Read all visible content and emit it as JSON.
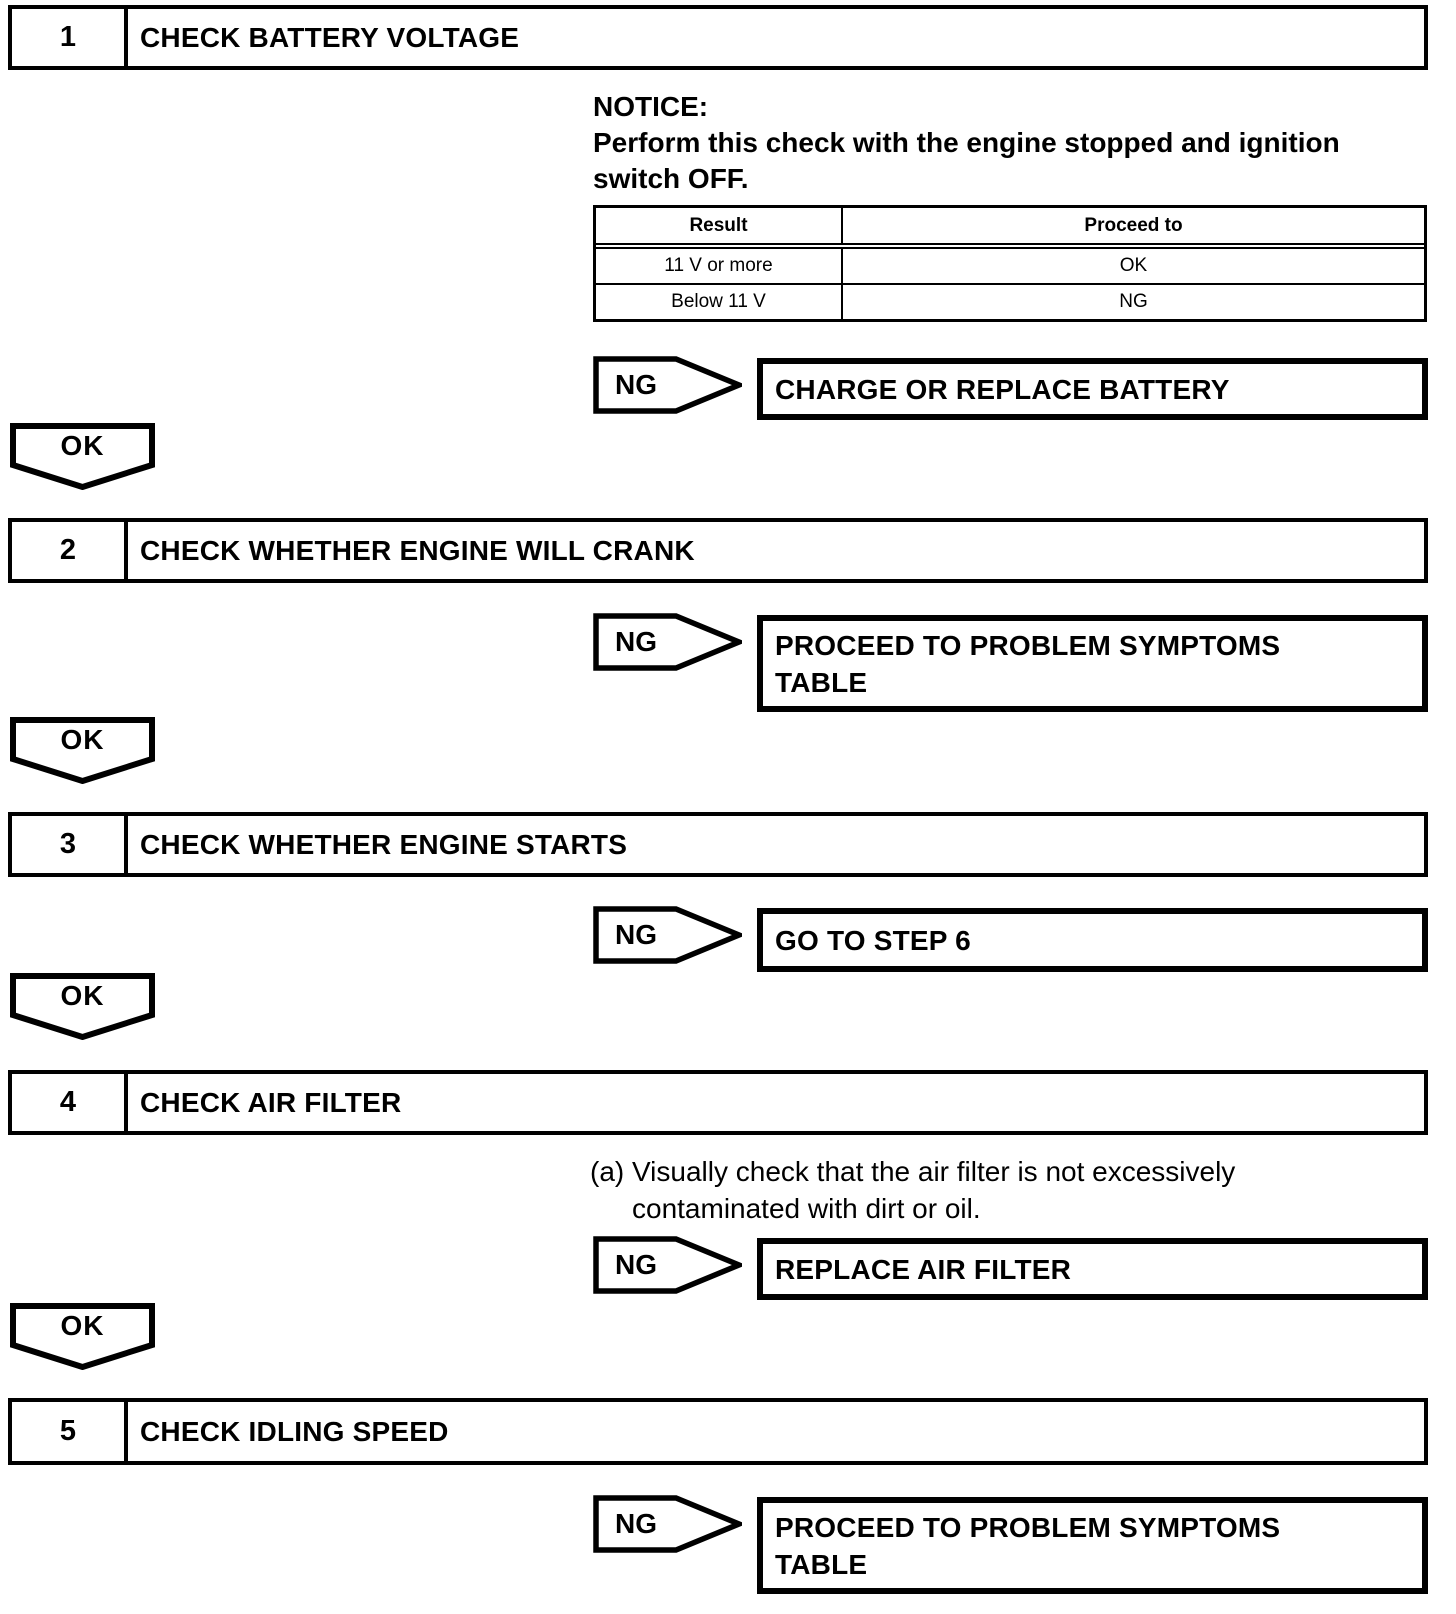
{
  "page": {
    "background": "#ffffff",
    "text_color": "#000000"
  },
  "steps": [
    {
      "number": "1",
      "title": "CHECK BATTERY VOLTAGE",
      "notice_label": "NOTICE:",
      "notice_text": "Perform this check with the engine stopped and ignition switch OFF.",
      "table": {
        "col_result": "Result",
        "col_proceed": "Proceed to",
        "rows": [
          {
            "result": "11 V or more",
            "proceed": "OK"
          },
          {
            "result": "Below 11 V",
            "proceed": "NG"
          }
        ]
      },
      "ng_label": "NG",
      "ng_action": "CHARGE OR REPLACE BATTERY",
      "ok_label": "OK"
    },
    {
      "number": "2",
      "title": "CHECK WHETHER ENGINE WILL CRANK",
      "ng_label": "NG",
      "ng_action": "PROCEED TO PROBLEM SYMPTOMS TABLE",
      "ok_label": "OK"
    },
    {
      "number": "3",
      "title": "CHECK WHETHER ENGINE STARTS",
      "ng_label": "NG",
      "ng_action": "GO TO STEP 6",
      "ok_label": "OK"
    },
    {
      "number": "4",
      "title": "CHECK AIR FILTER",
      "substep_label": "(a)",
      "substep_text": "Visually check that the air filter is not excessively contaminated with dirt or oil.",
      "ng_label": "NG",
      "ng_action": "REPLACE AIR FILTER",
      "ok_label": "OK"
    },
    {
      "number": "5",
      "title": "CHECK IDLING SPEED",
      "ng_label": "NG",
      "ng_action": "PROCEED TO PROBLEM SYMPTOMS TABLE"
    }
  ]
}
